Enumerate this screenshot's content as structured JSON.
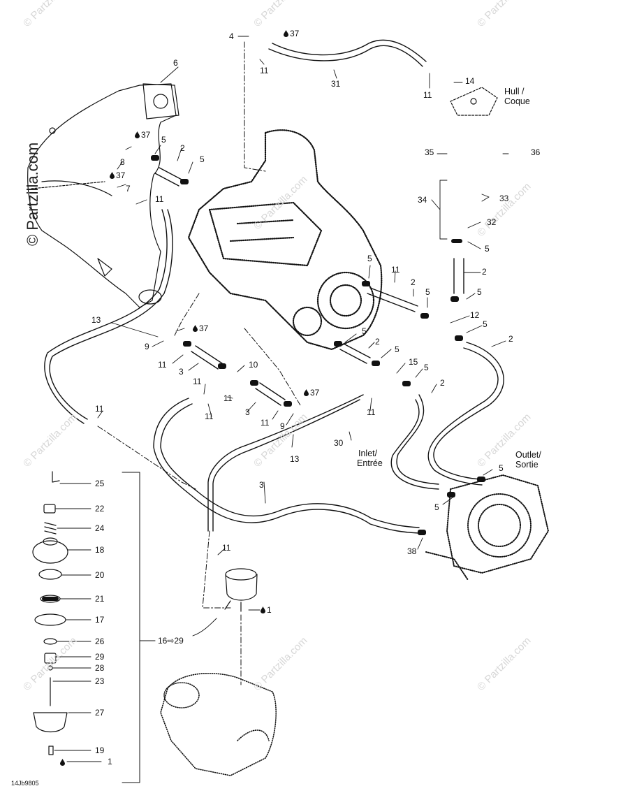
{
  "diagram": {
    "code": "14Jb9805",
    "notes": {
      "hull": "Hull /",
      "coque": "Coque",
      "inlet": "Inlet/",
      "entree": "Entrée",
      "outlet": "Outlet/",
      "sortie": "Sortie"
    },
    "watermark_main": "© Partzilla.com",
    "watermark": "© Partzilla.com",
    "callouts": {
      "c4": "4",
      "c37a": "37",
      "c11a": "11",
      "c31": "31",
      "c11b": "11",
      "c14": "14",
      "c6": "6",
      "c37b": "37",
      "c5a": "5",
      "c2a": "2",
      "c8": "8",
      "c37c": "37",
      "c5b": "5",
      "c7": "7",
      "c11c": "11",
      "c35": "35",
      "c36": "36",
      "c34": "34",
      "c33": "33",
      "c32": "32",
      "c5c": "5",
      "c2b": "2",
      "c5d": "5",
      "c5e": "5",
      "c11d": "11",
      "c2c": "2",
      "c5f": "5",
      "c12": "12",
      "c5g": "5",
      "c2d": "2",
      "c13a": "13",
      "c9a": "9",
      "c37d": "37",
      "c11e": "11",
      "c3a": "3",
      "c10": "10",
      "c5h": "5",
      "c2e": "2",
      "c5i": "5",
      "c15": "15",
      "c5j": "5",
      "c2f": "2",
      "c11f": "11",
      "c11g": "11",
      "c3b": "3",
      "c37e": "37",
      "c11h": "11",
      "c9b": "9",
      "c11i": "11",
      "c11j": "11",
      "c30": "30",
      "c13b": "13",
      "c5k": "5",
      "c3c": "3",
      "c5l": "5",
      "c38": "38",
      "c11k": "11",
      "c1a": "1",
      "c16": "16⇨29",
      "c25": "25",
      "c22": "22",
      "c24": "24",
      "c18": "18",
      "c20": "20",
      "c21": "21",
      "c17": "17",
      "c26": "26",
      "c29": "29",
      "c28": "28",
      "c23": "23",
      "c27": "27",
      "c19": "19",
      "c1b": "1"
    }
  }
}
